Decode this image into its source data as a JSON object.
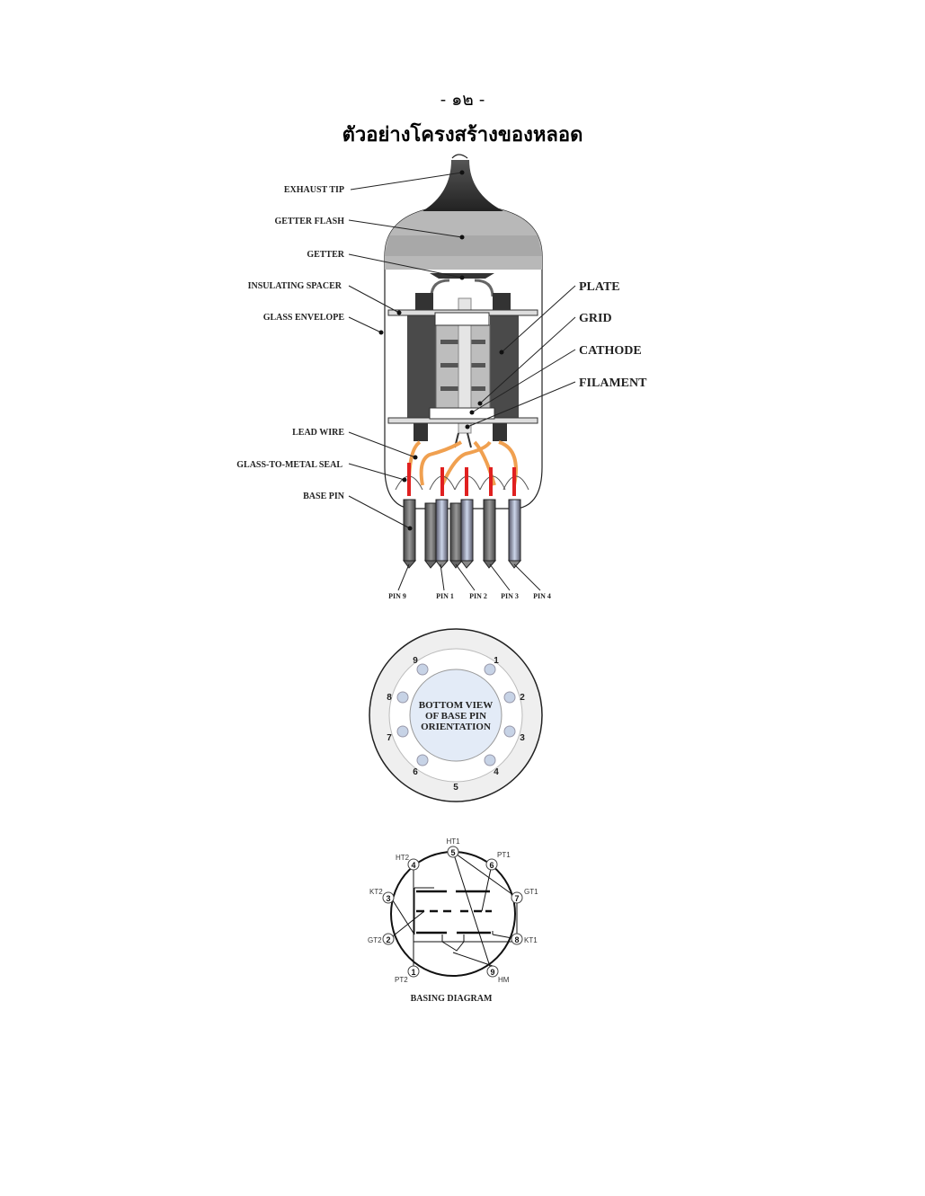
{
  "page_number": "- ๑๒ -",
  "title": "ตัวอย่างโครงสร้างของหลอด",
  "tube": {
    "left_labels": [
      "EXHAUST TIP",
      "GETTER FLASH",
      "GETTER",
      "INSULATING SPACER",
      "GLASS ENVELOPE",
      "LEAD WIRE",
      "GLASS-TO-METAL SEAL",
      "BASE PIN"
    ],
    "right_labels": [
      "PLATE",
      "GRID",
      "CATHODE",
      "FILAMENT"
    ],
    "pin_labels": [
      "PIN 9",
      "PIN 1",
      "PIN 2",
      "PIN 3",
      "PIN 4"
    ]
  },
  "bottom_view": {
    "caption_lines": [
      "BOTTOM VIEW",
      "OF BASE PIN",
      "ORIENTATION"
    ],
    "pin_numbers": [
      "1",
      "2",
      "3",
      "4",
      "5",
      "6",
      "7",
      "8",
      "9"
    ]
  },
  "basing_diagram": {
    "caption": "BASING DIAGRAM",
    "pins": [
      {
        "num": "5",
        "label": "HT1"
      },
      {
        "num": "6",
        "label": "PT1"
      },
      {
        "num": "7",
        "label": "GT1"
      },
      {
        "num": "8",
        "label": "KT1"
      },
      {
        "num": "9",
        "label": "HM"
      },
      {
        "num": "1",
        "label": "PT2"
      },
      {
        "num": "2",
        "label": "GT2"
      },
      {
        "num": "3",
        "label": "KT2"
      },
      {
        "num": "4",
        "label": "HT2"
      }
    ]
  }
}
